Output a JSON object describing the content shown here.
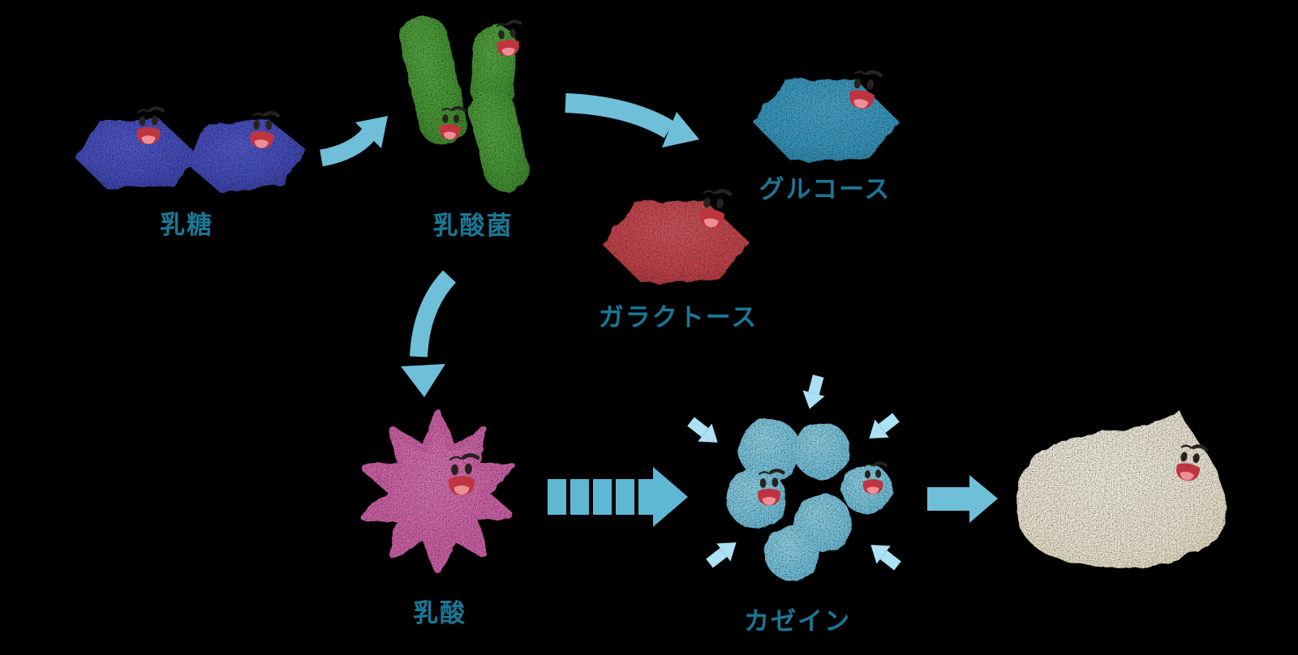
{
  "diagram": {
    "background_color": "#000000",
    "label_color": "#1B7795",
    "arrow_color": "#6FBFD8",
    "small_arrow_color": "#ACE0F3",
    "nodes": {
      "lactose": {
        "label": "乳糖",
        "color": "#4B53C4",
        "shape": "hexagon-pair"
      },
      "bacteria": {
        "label": "乳酸菌",
        "color": "#4C9E3A",
        "shape": "rod-pair"
      },
      "glucose": {
        "label": "グルコース",
        "color": "#3C9DC4",
        "shape": "hexagon"
      },
      "galactose": {
        "label": "ガラクトース",
        "color": "#CC4950",
        "shape": "hexagon"
      },
      "lactic_acid": {
        "label": "乳酸",
        "color": "#D768AF",
        "shape": "spiky-star"
      },
      "casein": {
        "label": "カゼイン",
        "color": "#7DCBE4",
        "shape": "circle-cluster"
      },
      "yogurt": {
        "label": "",
        "color": "#F6F0DC",
        "shape": "cream-blob"
      }
    },
    "edges": [
      {
        "from": "lactose",
        "to": "bacteria",
        "style": "curved-arrow"
      },
      {
        "from": "bacteria",
        "to": "glucose",
        "style": "curved-arrow"
      },
      {
        "from": "bacteria",
        "to": "lactic_acid",
        "style": "curved-arrow"
      },
      {
        "from": "lactic_acid",
        "to": "casein",
        "style": "dashed-arrow"
      },
      {
        "from": "casein",
        "to": "yogurt",
        "style": "straight-arrow"
      }
    ],
    "casein_inward_arrow_count": 5
  }
}
